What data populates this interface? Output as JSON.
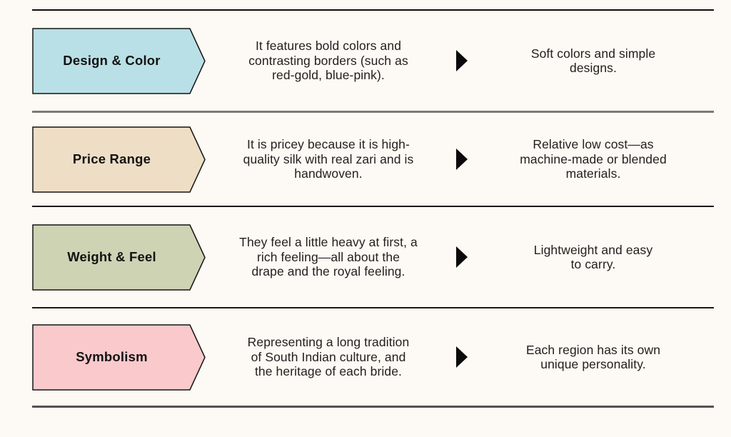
{
  "palette": {
    "background": "#fdf9f4",
    "text": "#23201f",
    "shape_border": "#141414",
    "triangle_icon": "#0b0a0a",
    "rule_top": "#0f0d0d",
    "rule_gray": "#7d7777",
    "rule_black": "#1b1617",
    "rule_bottom": "#56504d"
  },
  "rows": [
    {
      "label": "Design & Color",
      "shape_color": "#b9e0e6",
      "left_description": [
        "It features bold colors and",
        "contrasting borders (such as",
        "red-gold, blue-pink)."
      ],
      "right_description": [
        "Soft colors and simple",
        "designs."
      ]
    },
    {
      "label": "Price Range",
      "shape_color": "#eedec6",
      "left_description": [
        "It is pricey because it is high-",
        "quality silk with real zari and is",
        "handwoven."
      ],
      "right_description": [
        "Relative low cost—as",
        "machine-made or blended",
        "materials."
      ]
    },
    {
      "label": "Weight & Feel",
      "shape_color": "#ced3b4",
      "left_description": [
        "They feel a little heavy at first, a",
        "rich feeling—all about the",
        "drape and the royal feeling."
      ],
      "right_description": [
        "Lightweight and easy",
        "to carry."
      ]
    },
    {
      "label": "Symbolism",
      "shape_color": "#f9c9cc",
      "left_description": [
        "Representing a long tradition",
        "of South Indian culture, and",
        "the heritage of each bride."
      ],
      "right_description": [
        "Each region has its own",
        "unique personality."
      ]
    }
  ]
}
